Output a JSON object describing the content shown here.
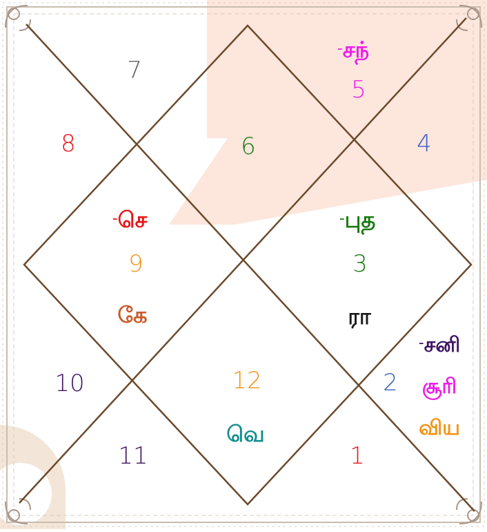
{
  "colors": {
    "line": "#6b4a2b",
    "border": "#b9a99a",
    "watermark": "#fde6dc",
    "red": "#e8161b",
    "gray": "#5e5e5e",
    "magenta": "#ee1ee8",
    "green": "#1a7a12",
    "blue": "#3b5fbf",
    "orange": "#f39313",
    "brown": "#c75b2a",
    "purple": "#3d1463",
    "teal": "#138e8e",
    "black": "#1a1a1a"
  },
  "houses": {
    "h1": "1",
    "h2": "2",
    "h3": "3",
    "h4": "4",
    "h5": "5",
    "h6": "6",
    "h7": "7",
    "h8": "8",
    "h9": "9",
    "h10": "10",
    "h11": "11",
    "h12": "12"
  },
  "planets": {
    "chandran": {
      "prefix": "-",
      "name": "சந்"
    },
    "sevvai": {
      "prefix": "-",
      "name": "செ"
    },
    "kethu": {
      "name": "கே"
    },
    "budhan": {
      "prefix": "-",
      "name": "புத"
    },
    "raahu": {
      "name": "ரா"
    },
    "sani": {
      "prefix": "-",
      "name": "சனி"
    },
    "sooriyan": {
      "name": "சூரி"
    },
    "viyazhan": {
      "name": "விய"
    },
    "velli": {
      "name": "வெ"
    }
  }
}
